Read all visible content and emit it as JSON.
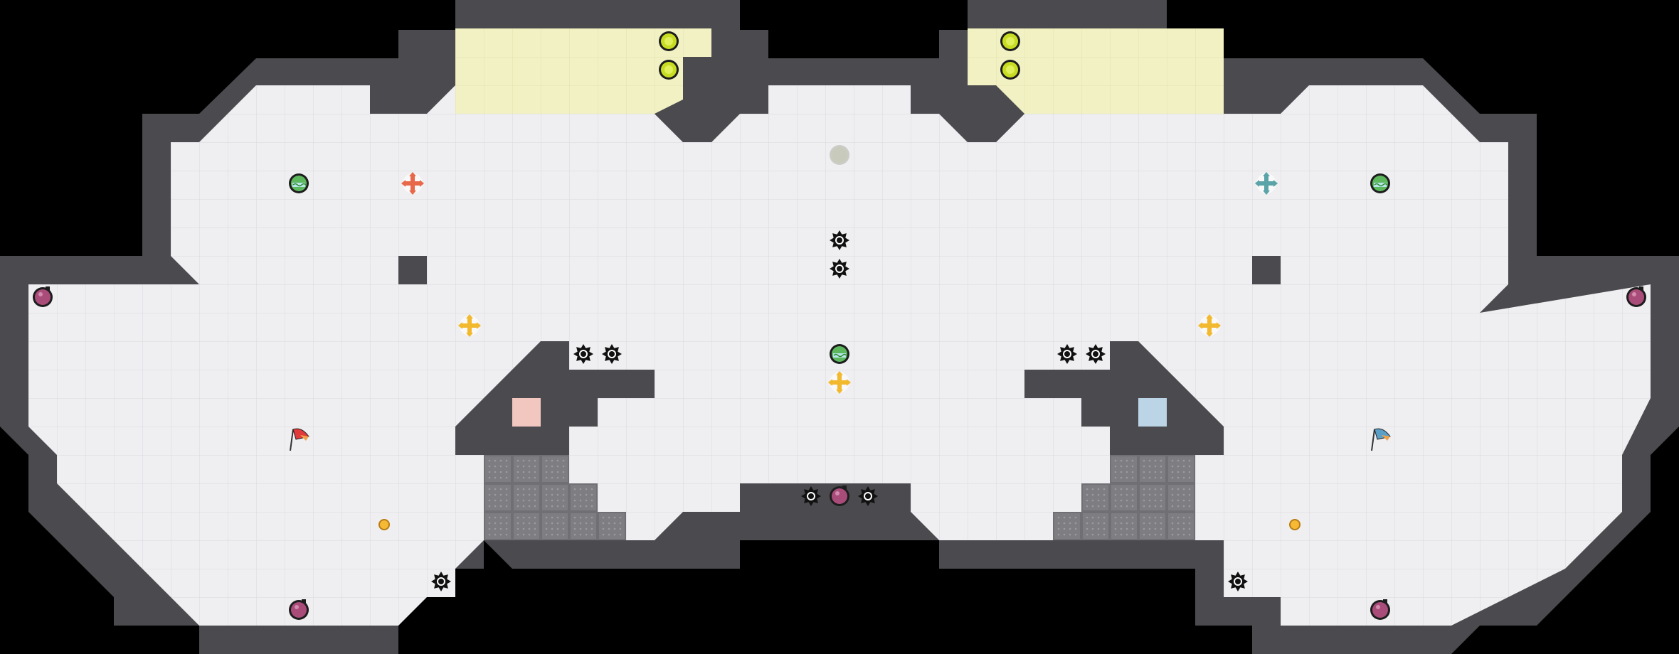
{
  "map": {
    "name": "",
    "colors": {
      "void": "#000000",
      "floor": "#efeff1",
      "grid_line": "#d9d9de",
      "wall": "#4a4a4f",
      "wall_edge": "#2a2a2e",
      "spawn_yellow": "#f1f1c4",
      "gate": "#7b7b80",
      "red_team": "#e03a3a",
      "blue_team": "#5b9ec6",
      "red_tile": "#f2c7c0",
      "blue_tile": "#bcd5e6"
    }
  },
  "objects": [
    {
      "type": "boost-pad",
      "team": "neutral"
    },
    {
      "type": "boost-pad",
      "team": "neutral"
    },
    {
      "type": "boost-pad",
      "team": "neutral"
    },
    {
      "type": "boost-pad",
      "team": "neutral"
    },
    {
      "type": "jukejuice-powerup",
      "team": "neutral"
    },
    {
      "type": "jukejuice-powerup",
      "team": "neutral"
    },
    {
      "type": "jukejuice-powerup",
      "team": "neutral"
    },
    {
      "type": "inactive-powerup",
      "team": "neutral"
    },
    {
      "type": "red-bomb",
      "team": "neutral"
    },
    {
      "type": "red-bomb",
      "team": "neutral"
    },
    {
      "type": "red-bomb",
      "team": "neutral"
    },
    {
      "type": "red-bomb",
      "team": "neutral"
    },
    {
      "type": "red-bomb",
      "team": "neutral"
    },
    {
      "type": "spike",
      "team": "neutral"
    },
    {
      "type": "spike",
      "team": "neutral"
    },
    {
      "type": "spike",
      "team": "neutral"
    },
    {
      "type": "spike",
      "team": "neutral"
    },
    {
      "type": "spike",
      "team": "neutral"
    },
    {
      "type": "spike",
      "team": "neutral"
    },
    {
      "type": "spike",
      "team": "neutral"
    },
    {
      "type": "spike",
      "team": "neutral"
    },
    {
      "type": "spike",
      "team": "neutral"
    },
    {
      "type": "spike",
      "team": "neutral"
    },
    {
      "type": "team-flag",
      "team": "red"
    },
    {
      "type": "team-flag",
      "team": "blue"
    },
    {
      "type": "red-team-boost",
      "team": "red"
    },
    {
      "type": "blue-team-boost",
      "team": "blue"
    },
    {
      "type": "yellow-boost",
      "team": "neutral"
    },
    {
      "type": "yellow-boost",
      "team": "neutral"
    },
    {
      "type": "yellow-boost",
      "team": "neutral"
    },
    {
      "type": "portal",
      "team": "neutral"
    },
    {
      "type": "portal",
      "team": "neutral"
    }
  ]
}
